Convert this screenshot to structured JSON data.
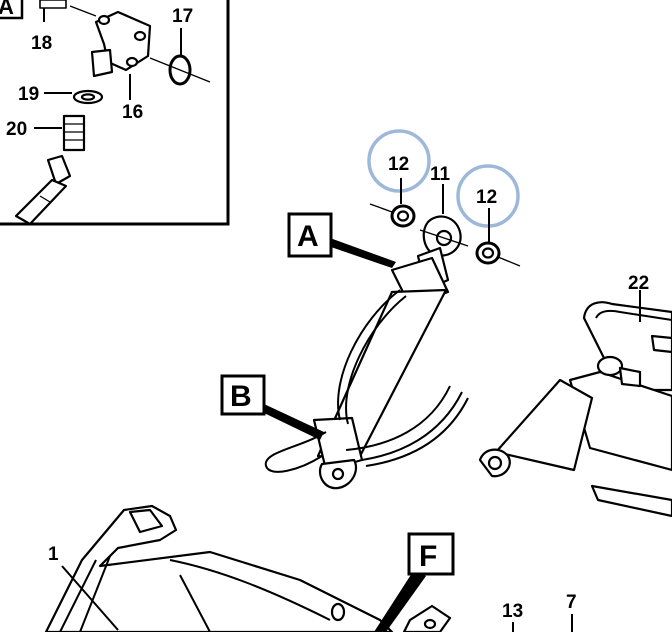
{
  "callouts": {
    "c1": "1",
    "c7": "7",
    "c11": "11",
    "c12a": "12",
    "c12b": "12",
    "c13": "13",
    "c16": "16",
    "c17": "17",
    "c18": "18",
    "c19": "19",
    "c20": "20",
    "c22": "22"
  },
  "view_boxes": {
    "a": "A",
    "a_inset": "A",
    "b": "B",
    "f": "F"
  },
  "colors": {
    "highlight": "#9db8d8",
    "line": "#000000",
    "background": "#ffffff"
  }
}
